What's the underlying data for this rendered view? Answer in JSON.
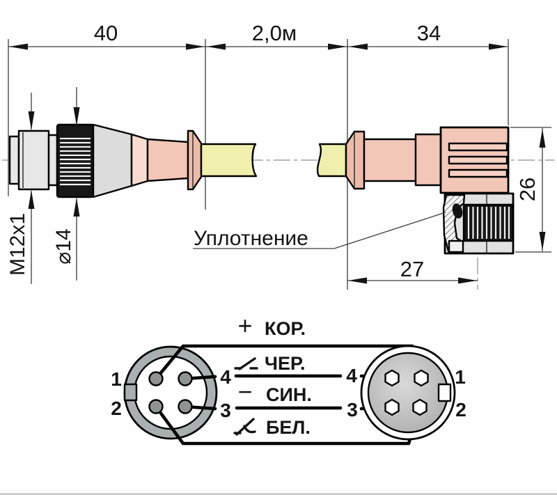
{
  "dimensions": {
    "connector_a_length": "40",
    "cable_length": "2,0м",
    "connector_b_length": "34",
    "connector_b_height": "26",
    "connector_b_depth": "27",
    "thread_size": "M12x1",
    "nut_diameter": "⌀14"
  },
  "annotations": {
    "seal_label": "Уплотнение"
  },
  "pinout_left": {
    "pin1": "1",
    "pin2": "2",
    "pin3": "3",
    "pin4": "4"
  },
  "pinout_right": {
    "pin1": "1",
    "pin2": "2",
    "pin3": "3",
    "pin4": "4"
  },
  "wires": [
    {
      "symbol": "+",
      "name": "КОР."
    },
    {
      "symbol_icon": "no-contact-switch",
      "name": "ЧЕР."
    },
    {
      "symbol": "−",
      "name": "СИН."
    },
    {
      "symbol_icon": "nc-contact-switch",
      "name": "БЕЛ."
    }
  ],
  "colors": {
    "body_pink": "#f3c7b7",
    "body_pink_light": "#f8dccf",
    "body_pink_dark": "#eebbaa",
    "slot_pink": "#f6d0c2",
    "cable_yellow": "#f0efad",
    "metal_gray": "#e7e7e7",
    "metal_gray_dark": "#dcdcdc",
    "nut_gray": "#e2e2e2",
    "knurl_black": "#171717",
    "ring_gray": "#a9b0af",
    "pin_gray": "#8f9493",
    "disc_gray_outer": "#aaaaaa",
    "disc_gray_inner": "#d9d9d9"
  }
}
